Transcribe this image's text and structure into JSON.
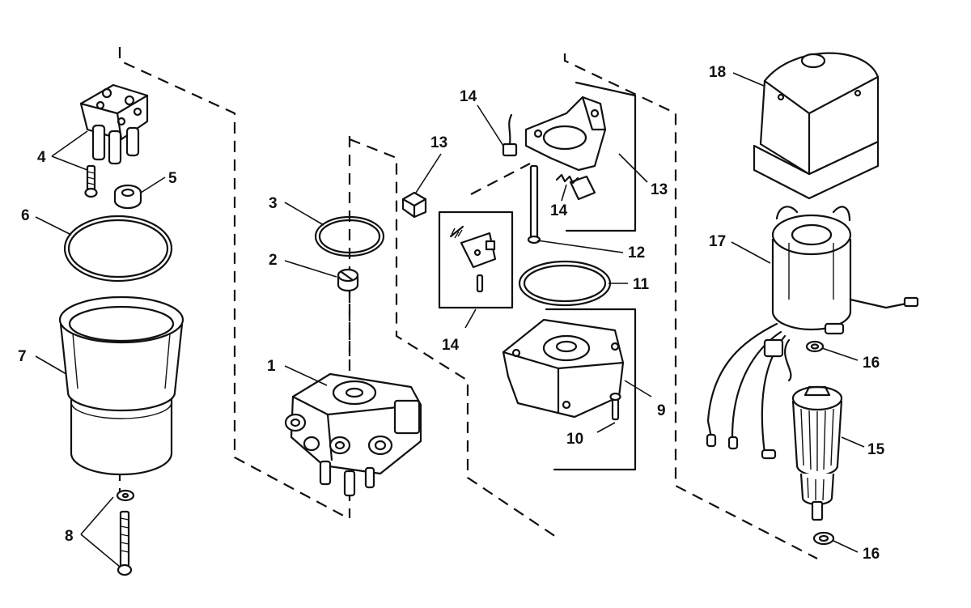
{
  "callouts": {
    "c1": "1",
    "c2": "2",
    "c3": "3",
    "c4": "4",
    "c5": "5",
    "c6": "6",
    "c7": "7",
    "c8": "8",
    "c9": "9",
    "c10": "10",
    "c11": "11",
    "c12": "12",
    "c13a": "13",
    "c13b": "13",
    "c14a": "14",
    "c14b": "14",
    "c14c": "14",
    "c15": "15",
    "c16a": "16",
    "c16b": "16",
    "c17": "17",
    "c18": "18"
  },
  "colors": {
    "ink": "#111111",
    "paper": "#ffffff"
  },
  "parts": [
    "pump-base",
    "check-valve",
    "o-ring",
    "manifold-cover",
    "filter",
    "o-ring-large",
    "reservoir",
    "screws-and-washer",
    "motor-end-cap",
    "screw",
    "o-ring-end-cap",
    "through-bolt",
    "brush-holder-kit",
    "brush-and-spring",
    "armature",
    "thrust-washer",
    "field-frame",
    "motor-cover"
  ]
}
